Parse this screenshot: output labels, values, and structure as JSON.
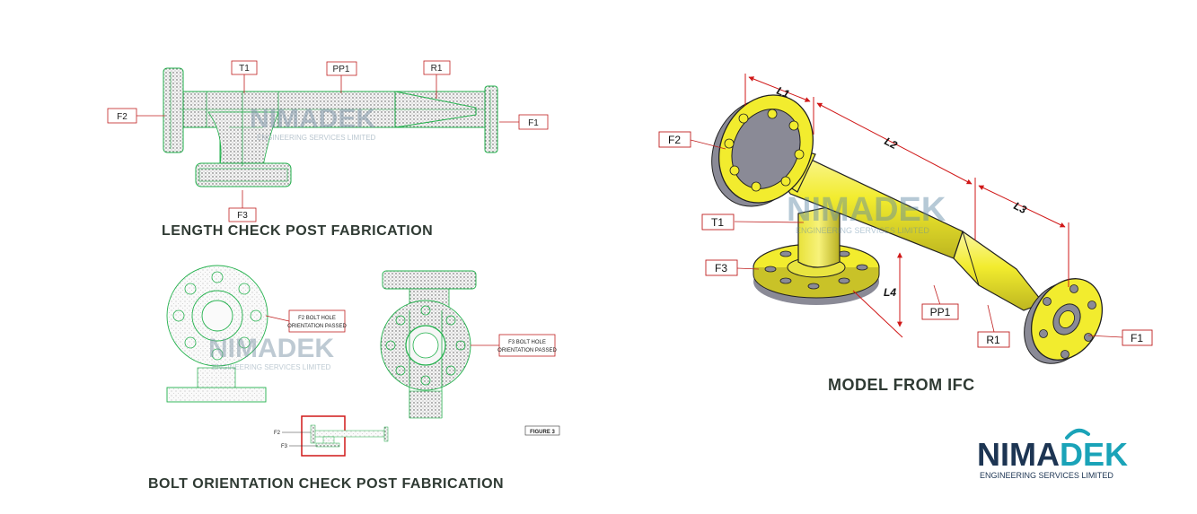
{
  "captions": {
    "length_check": "LENGTH CHECK POST FABRICATION",
    "bolt_check": "BOLT ORIENTATION CHECK POST FABRICATION",
    "model": "MODEL FROM IFC"
  },
  "scan_labels": {
    "t1": "T1",
    "pp1": "PP1",
    "r1": "R1",
    "f2": "F2",
    "f1": "F1",
    "f3": "F3"
  },
  "bolt_notes": {
    "f2_line1": "F2 BOLT HOLE",
    "f2_line2": "ORIENTATION PASSED",
    "f3_line1": "F3 BOLT HOLE",
    "f3_line2": "ORIENTATION PASSED",
    "figure": "FIGURE 3",
    "mini_f2": "F2",
    "mini_f3": "F3"
  },
  "model_labels": {
    "f2": "F2",
    "t1": "T1",
    "f3": "F3",
    "pp1": "PP1",
    "r1": "R1",
    "f1": "F1"
  },
  "dimensions": {
    "l1": "L1",
    "l2": "L2",
    "l3": "L3",
    "l4": "L4"
  },
  "watermark": {
    "name": "NIMADEK",
    "sub": "ENGINEERING SERVICES LIMITED"
  },
  "logo": {
    "name_part1": "NIMA",
    "name_part2": "DEK",
    "sub": "ENGINEERING SERVICES LIMITED"
  },
  "colors": {
    "model_yellow": "#f2ec2e",
    "model_dark": "#8a8a96",
    "dimension_red": "#d01818",
    "label_border": "#c02020",
    "scan_green": "#22b14c",
    "logo_navy": "#1d3553",
    "logo_teal": "#1aa3b8"
  }
}
